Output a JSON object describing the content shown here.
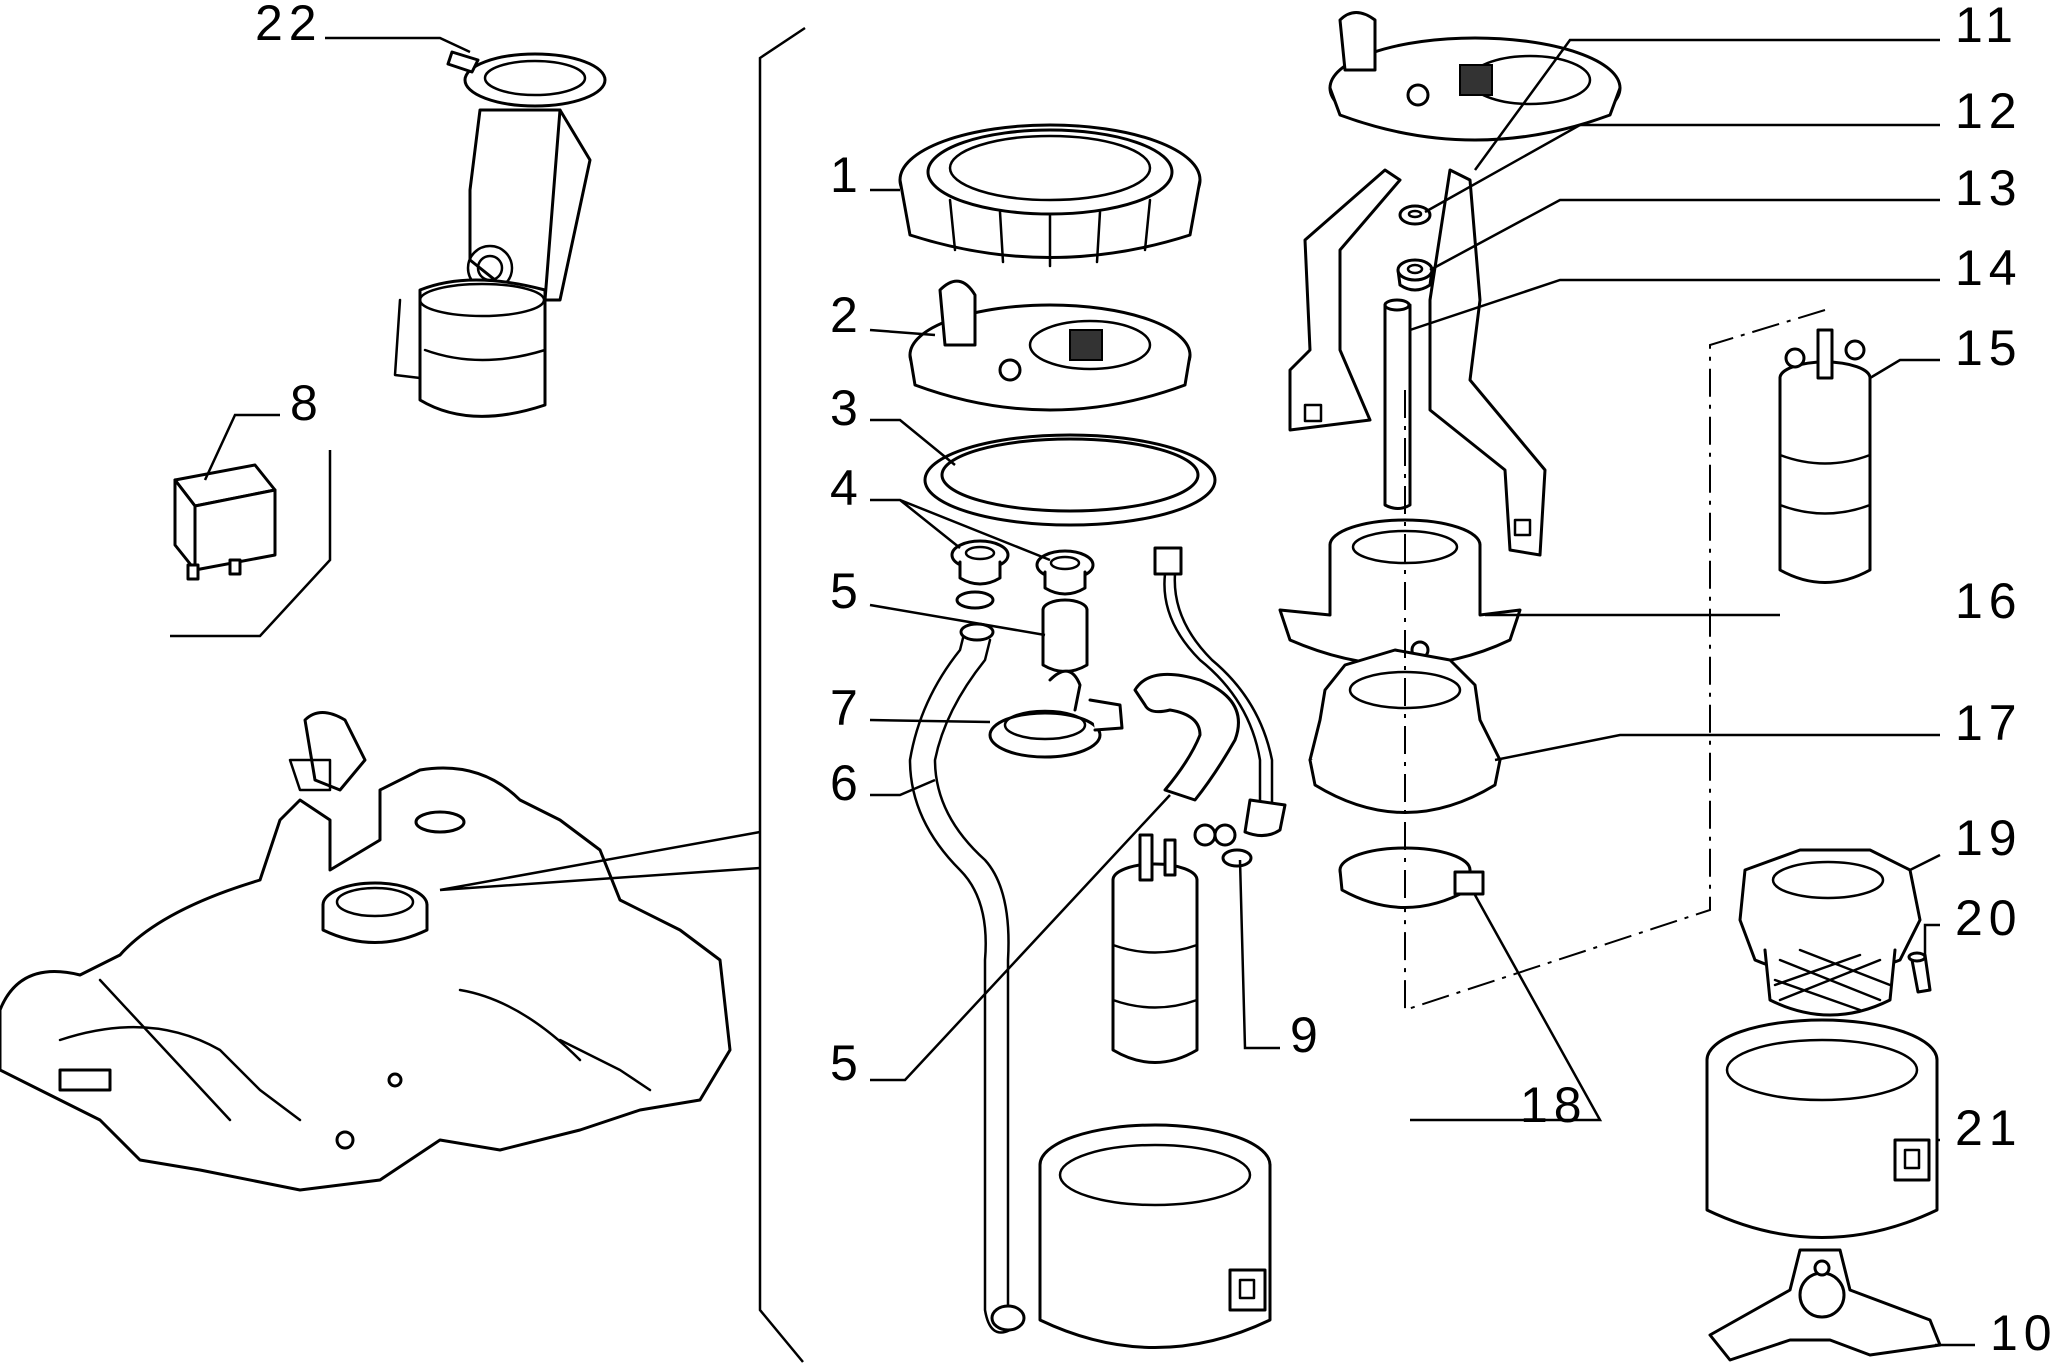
{
  "diagram": {
    "callouts": [
      {
        "id": "c1",
        "label": "1"
      },
      {
        "id": "c2",
        "label": "2"
      },
      {
        "id": "c3",
        "label": "3"
      },
      {
        "id": "c4",
        "label": "4"
      },
      {
        "id": "c5a",
        "label": "5"
      },
      {
        "id": "c5b",
        "label": "5"
      },
      {
        "id": "c6",
        "label": "6"
      },
      {
        "id": "c7",
        "label": "7"
      },
      {
        "id": "c8",
        "label": "8"
      },
      {
        "id": "c9",
        "label": "9"
      },
      {
        "id": "c10",
        "label": "10"
      },
      {
        "id": "c11",
        "label": "11"
      },
      {
        "id": "c12",
        "label": "12"
      },
      {
        "id": "c13",
        "label": "13"
      },
      {
        "id": "c14",
        "label": "14"
      },
      {
        "id": "c15",
        "label": "15"
      },
      {
        "id": "c16",
        "label": "16"
      },
      {
        "id": "c17",
        "label": "17"
      },
      {
        "id": "c18",
        "label": "18"
      },
      {
        "id": "c19",
        "label": "19"
      },
      {
        "id": "c20",
        "label": "20"
      },
      {
        "id": "c21",
        "label": "21"
      },
      {
        "id": "c22",
        "label": "22"
      }
    ]
  }
}
